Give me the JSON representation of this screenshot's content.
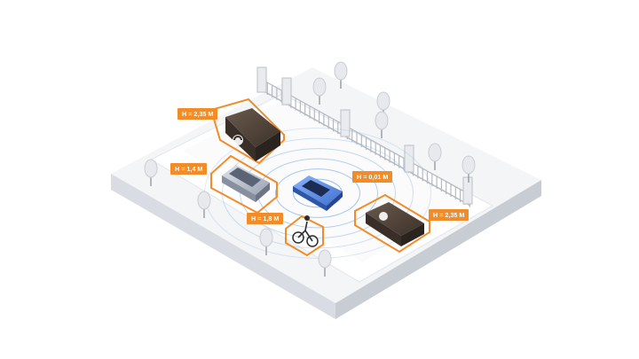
{
  "scene": {
    "accent_color": "#f28c28",
    "radar_color": "#8fb8e6",
    "ground_color": "#f3f4f6",
    "road_color": "#ffffff"
  },
  "labels": [
    {
      "id": "van-left",
      "text": "H = 2,35 M"
    },
    {
      "id": "car-grey",
      "text": "H = 1,4 M"
    },
    {
      "id": "cyclist",
      "text": "H = 1,8 M"
    },
    {
      "id": "car-blue",
      "text": "H = 0,01 M"
    },
    {
      "id": "van-right",
      "text": "H = 2,35 M"
    }
  ],
  "objects": [
    {
      "name": "dark van",
      "icon": "van-icon"
    },
    {
      "name": "grey suv",
      "icon": "car-icon"
    },
    {
      "name": "cyclist",
      "icon": "bicycle-icon"
    },
    {
      "name": "blue car with sensor",
      "icon": "car-icon"
    },
    {
      "name": "dark van",
      "icon": "van-icon"
    }
  ]
}
